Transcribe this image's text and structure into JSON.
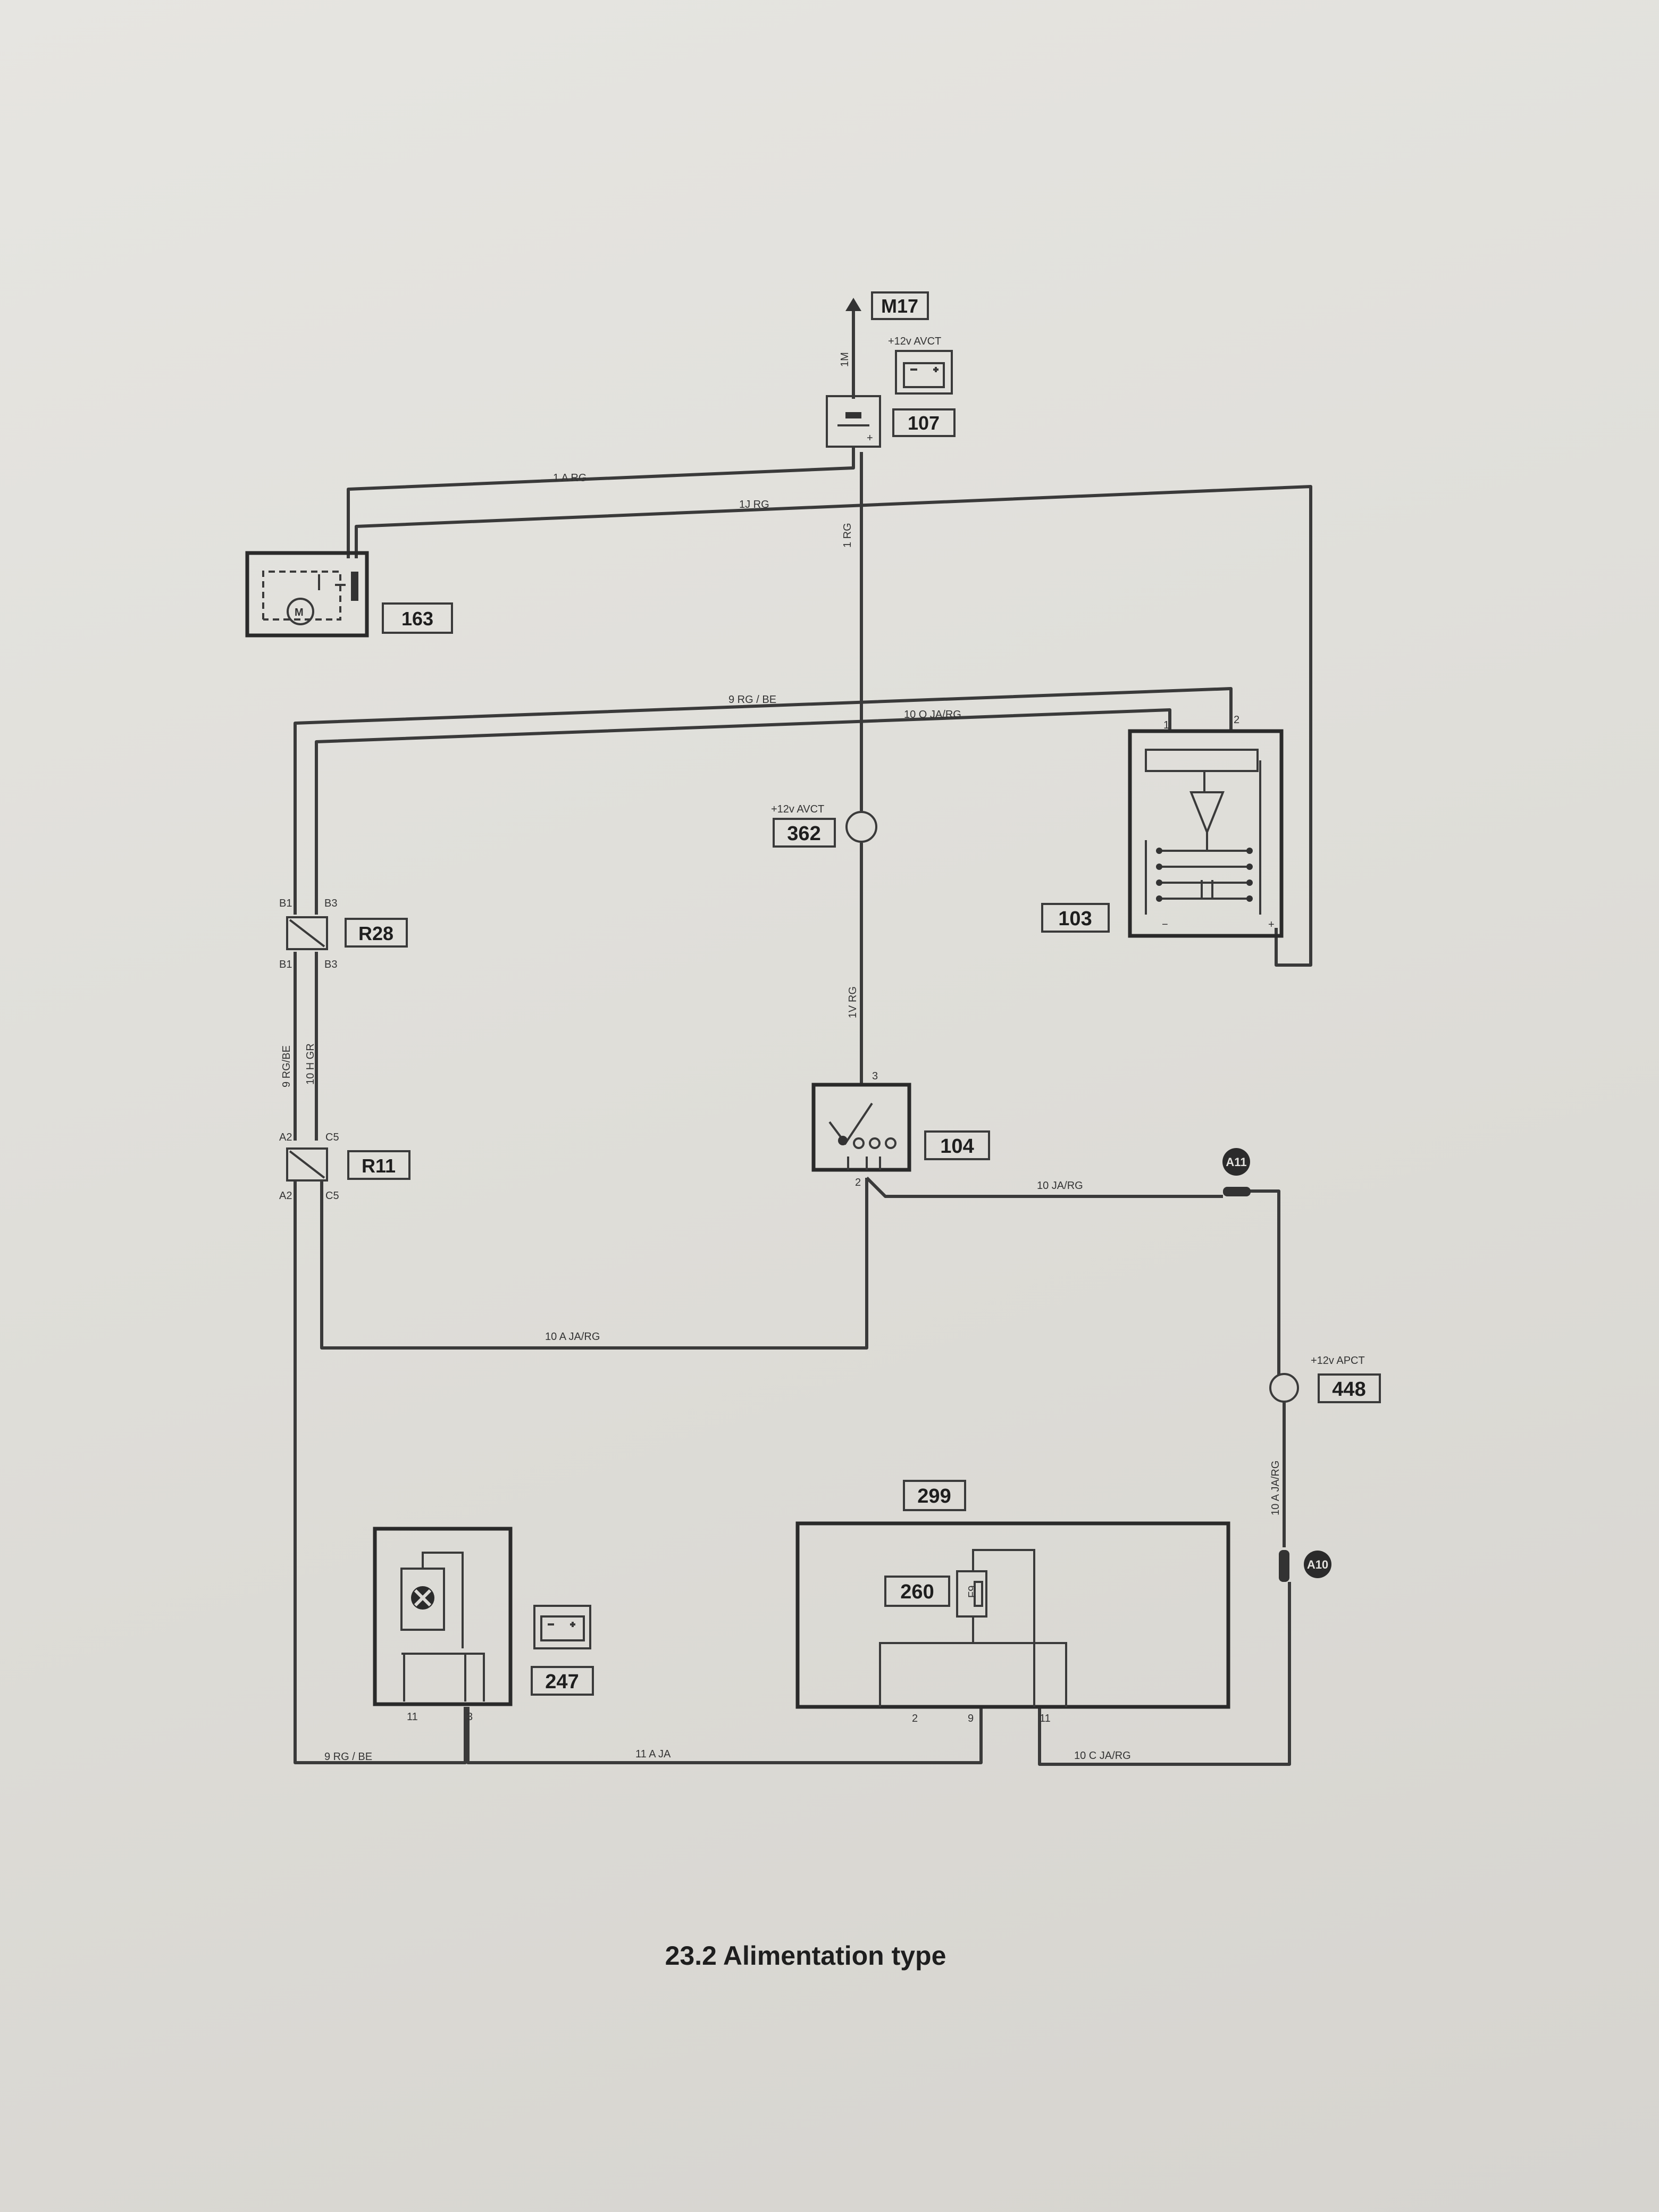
{
  "diagram": {
    "caption": "23.2 Alimentation type",
    "tags": {
      "m17": "M17",
      "c107": "107",
      "c163": "163",
      "c103": "103",
      "c362": "362",
      "r28": "R28",
      "r11": "R11",
      "c104": "104",
      "c448": "448",
      "c299": "299",
      "c260": "260",
      "c247": "247"
    },
    "supply_labels": {
      "s107": "+12v AVCT",
      "s362": "+12v AVCT",
      "s448": "+12v APCT"
    },
    "connector_badges": {
      "a11": "A11",
      "a10": "A10"
    },
    "wire_labels": {
      "w_1a_rg": "1 A RG",
      "w_1j_rg": "1J RG",
      "w_9rg_be_top": "9 RG / BE",
      "w_10q_jarg": "10 Q JA/RG",
      "w_1v_rg": "1V RG",
      "w_10_jarg_right": "10 JA/RG",
      "w_10a_jarg_bottom": "10 A JA/RG",
      "w_9rg_be_vert": "9 RG/BE",
      "w_10h_gr": "10 H GR",
      "w_10a_jarg_vert": "10 A JA/RG",
      "w_9rg_be_bottom": "9 RG / BE",
      "w_11a_ja": "11 A JA",
      "w_10c_jarg": "10 C JA/RG",
      "w_1m_vert": "1M",
      "w_1rg_vert": "1 RG"
    },
    "pins": {
      "b1_top": "B1",
      "b3_top": "B3",
      "b1_bot": "B1",
      "b3_bot": "B3",
      "a2_top": "A2",
      "c5_top": "C5",
      "a2_bot": "A2",
      "c5_bot": "C5",
      "p103_1": "1",
      "p103_2": "2",
      "p104_3": "3",
      "p104_2": "2",
      "p247_11": "11",
      "p247_3": "3",
      "p299_2": "2",
      "p299_9": "9",
      "p299_11": "11",
      "minus": "−",
      "plus": "+",
      "m_motor": "M",
      "fuse": "F9"
    }
  }
}
